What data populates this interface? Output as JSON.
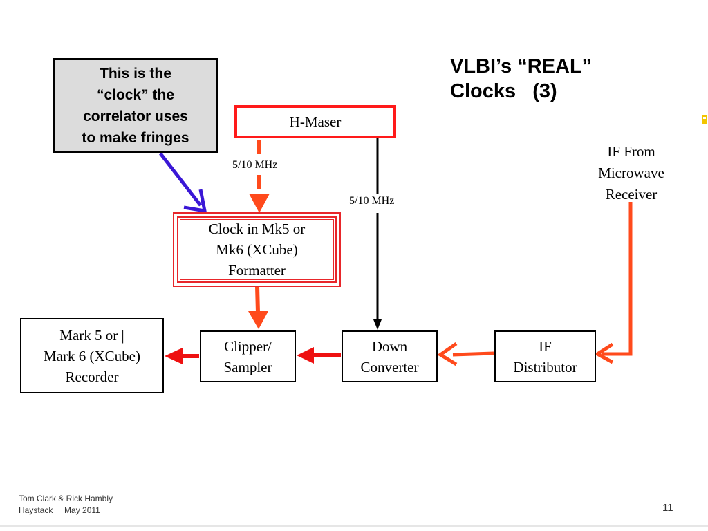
{
  "slide": {
    "title_lines": [
      "VLBI’s “REAL”",
      "Clocks   (3)"
    ],
    "callout_lines": [
      "This is the",
      "“clock” the",
      "correlator uses",
      "to make fringes"
    ],
    "footer_lines": [
      "Tom Clark & Rick Hambly",
      "Haystack     May 2011"
    ],
    "page_number": "11"
  },
  "diagram": {
    "maser_label": "H-Maser",
    "formatter_lines": [
      "Clock in Mk5 or",
      "Mk6 (XCube)",
      "Formatter"
    ],
    "recorder_lines": [
      "Mark 5 or |",
      "Mark 6 (XCube)",
      "Recorder"
    ],
    "clipper_lines": [
      "Clipper/",
      "Sampler"
    ],
    "downconverter_lines": [
      "Down",
      "Converter"
    ],
    "if_distributor_lines": [
      "IF",
      "Distributor"
    ],
    "if_source_lines": [
      "IF From",
      "Microwave",
      "Receiver"
    ],
    "freq_label_formatter": "5/10 MHz",
    "freq_label_downconverter": "5/10 MHz"
  },
  "colors": {
    "red_arrow": "#ff4a1c",
    "bright_red_arrow": "#ee1111",
    "callout_arrow": "#3a17d6",
    "maser_border": "#ff1a1a",
    "callout_fill": "#dcdcdc"
  }
}
